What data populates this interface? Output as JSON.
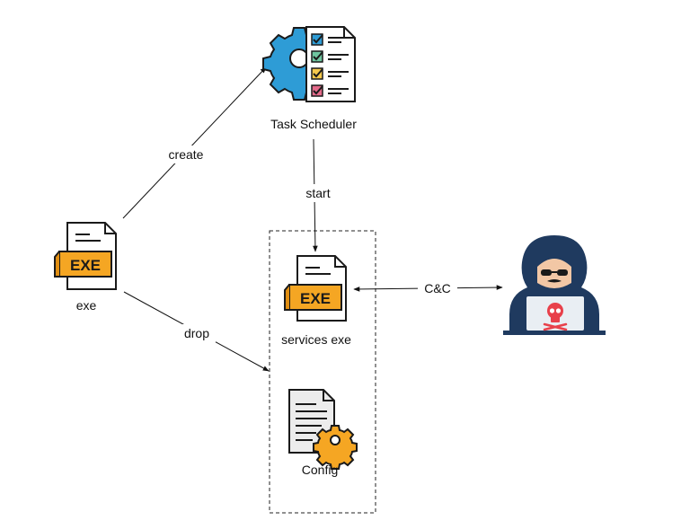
{
  "nodes": {
    "task_scheduler": {
      "label": "Task Scheduler",
      "icon": "task-scheduler-checklist-gear-icon"
    },
    "exe": {
      "label": "exe",
      "icon": "exe-file-icon",
      "badge": "EXE"
    },
    "services_exe": {
      "label": "services exe",
      "icon": "exe-file-icon",
      "badge": "EXE"
    },
    "config": {
      "label": "Config",
      "icon": "config-file-gear-icon"
    },
    "attacker": {
      "icon": "hooded-hacker-laptop-icon"
    }
  },
  "edges": {
    "create": "create",
    "start": "start",
    "drop": "drop",
    "cnc": "C&C"
  },
  "colors": {
    "accent_orange": "#F5A623",
    "gear_blue": "#2E9CD6",
    "hacker_navy": "#1F3A5F",
    "skull_red": "#E8404A",
    "outline": "#1A1A1A"
  }
}
